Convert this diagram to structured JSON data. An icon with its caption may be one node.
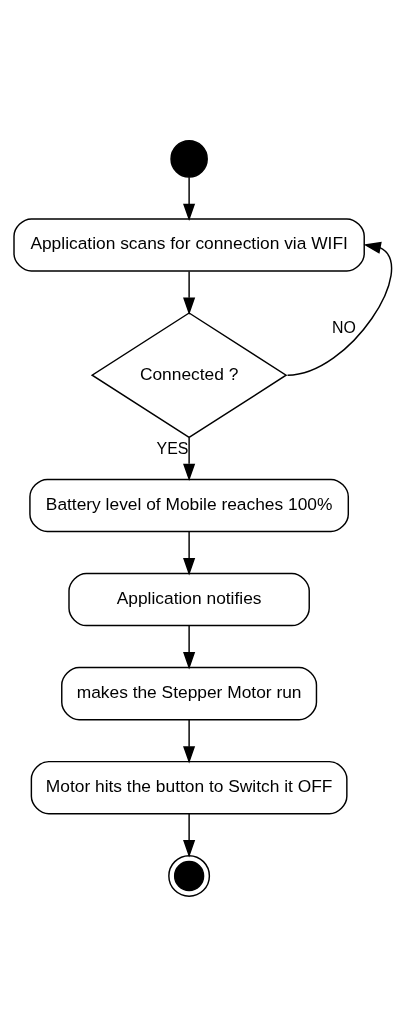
{
  "diagram": {
    "nodes": [
      {
        "text": [],
        "shape": "circle"
      },
      {
        "text": [
          "Application scans for connection via WIFI"
        ]
      },
      {
        "text": [
          "Connected ?"
        ]
      },
      {
        "text": [
          "Battery level of Mobile reaches 100%"
        ]
      },
      {
        "text": [
          "Application notifies"
        ]
      },
      {
        "text": [
          "makes the Stepper Motor run"
        ]
      },
      {
        "text": [
          "Motor hits the button to Switch it OFF"
        ]
      },
      {
        "text": [],
        "shape": "circle"
      }
    ],
    "edges": [
      {
        "from": 0,
        "to": 1,
        "arrow": "to"
      },
      {
        "from": 1,
        "to": 2,
        "arrow": "to"
      },
      {
        "from": 2,
        "to": 1,
        "arrow": "to",
        "label": "NO"
      },
      {
        "from": 2,
        "to": 3,
        "arrow": "to",
        "label": "YES"
      },
      {
        "from": 3,
        "to": 4,
        "arrow": "to"
      },
      {
        "from": 4,
        "to": 5,
        "arrow": "to"
      },
      {
        "from": 5,
        "to": 6,
        "arrow": "to"
      },
      {
        "from": 6,
        "to": 7,
        "arrow": "to"
      }
    ]
  }
}
